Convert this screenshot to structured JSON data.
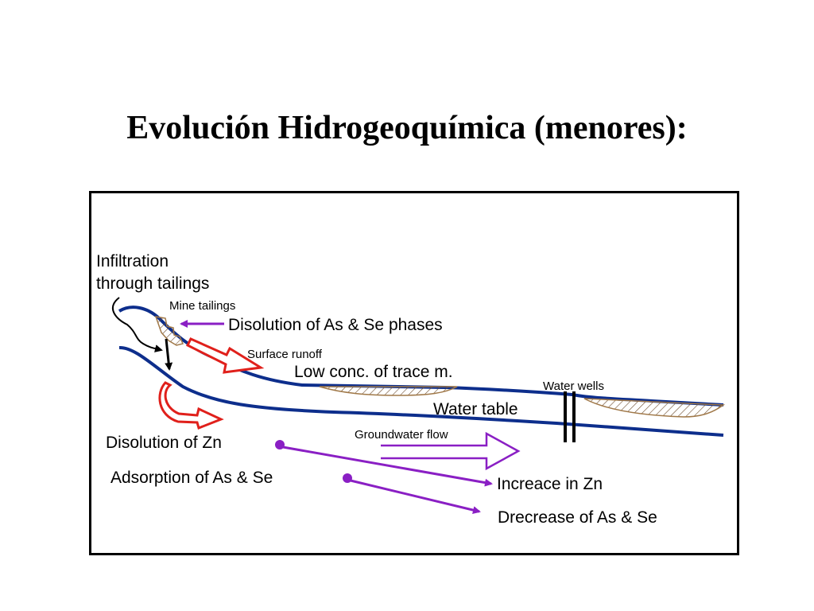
{
  "title": "Evolución Hidrogeoquímica (menores):",
  "diagram": {
    "labels": {
      "infiltration_line1": "Infiltration",
      "infiltration_line2": "through tailings",
      "mine_tailings": "Mine tailings",
      "disolution_as_se": "Disolution of As & Se phases",
      "surface_runoff": "Surface runoff",
      "low_conc": "Low conc. of trace m.",
      "water_wells": "Water wells",
      "water_table": "Water table",
      "groundwater_flow": "Groundwater flow",
      "disolution_zn": "Disolution of Zn",
      "adsorption_as_se": "Adsorption of As & Se",
      "increase_zn": "Increace in Zn",
      "decrease_as_se": "Drecrease of As & Se"
    },
    "colors": {
      "ground_line": "#0d2e8c",
      "red_arrows": "#e0201b",
      "purple_arrows": "#8a1fc4",
      "tailings": "#a07848",
      "frame": "#000000"
    }
  }
}
